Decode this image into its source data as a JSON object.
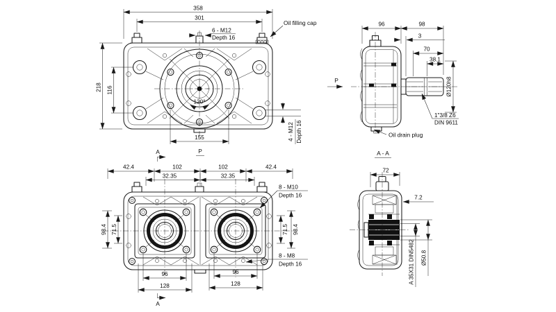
{
  "colors": {
    "background": "#ffffff",
    "line": "#1a1a1a"
  },
  "front_view": {
    "dim_358": "358",
    "dim_301": "301",
    "m12_note": "6 - M12",
    "m12_depth": "Depth 16",
    "oil_cap_label": "Oil filling cap",
    "dim_218": "218",
    "dim_116": "116",
    "dim_155": "155",
    "angle_120": "120°",
    "m12_4_note": "4 - M12",
    "m12_4_depth": "Depth 16"
  },
  "side_view": {
    "dim_96": "96",
    "dim_98": "98",
    "dim_3": "3",
    "dim_70": "70",
    "dim_38_1": "38.1",
    "dia_120": "Ø120h8",
    "spline_line1": "1\"3/8 Z6",
    "spline_line2": "DIN 9611",
    "oil_drain_label": "Oil drain plug",
    "p_label": "P",
    "section_label": "A - A"
  },
  "bottom_view": {
    "dim_42_4_left": "42.4",
    "dim_102_left": "102",
    "dim_102_right": "102",
    "dim_42_4_right": "42.4",
    "dim_32_35_left": "32.35",
    "dim_32_35_right": "32.35",
    "m10_note": "8 - M10",
    "m10_depth": "Depth 16",
    "dim_98_4_left": "98.4",
    "dim_71_5_left": "71.5",
    "dim_71_5_right": "71.5",
    "dim_98_4_right": "98.4",
    "m8_note": "8 - M8",
    "m8_depth": "Depth 16",
    "dim_96_left": "96",
    "dim_96_right": "96",
    "dim_128_left": "128",
    "dim_128_right": "128",
    "a_marker_top": "A",
    "p_label": "P",
    "a_marker_bottom": "A"
  },
  "section_view": {
    "dim_72": "72",
    "dim_7_2": "7.2",
    "spline_spec": "A 35X31 DIN5482",
    "dia_50_8": "Ø50.8"
  }
}
